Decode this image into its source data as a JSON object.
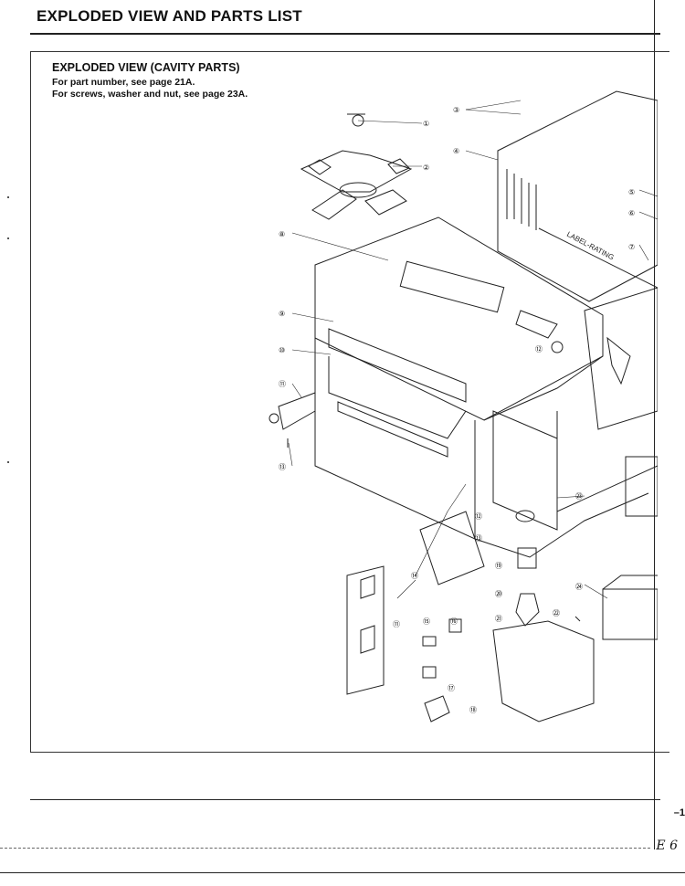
{
  "header": {
    "title": "EXPLODED VIEW AND PARTS LIST"
  },
  "section": {
    "title": "EXPLODED VIEW (CAVITY PARTS)",
    "notes": [
      "For part number, see page 21A.",
      "For screws, washer and nut, see page 23A."
    ]
  },
  "diagram": {
    "labels": {
      "rating_label": "LABEL-RATING"
    },
    "callouts": [
      "①",
      "②",
      "③",
      "④",
      "⑤",
      "⑥",
      "⑦",
      "⑧",
      "⑨",
      "⑩",
      "⑪",
      "⑫",
      "⑬",
      "⑭",
      "⑮",
      "⑯",
      "⑰",
      "⑱",
      "⑲",
      "⑳",
      "㉑",
      "㉒",
      "㉓",
      "㉔"
    ]
  },
  "footer": {
    "page_number": "–1",
    "handwritten": "E 6"
  }
}
